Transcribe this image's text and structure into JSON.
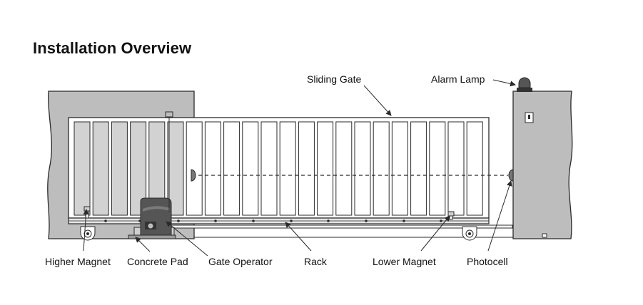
{
  "title": "Installation Overview",
  "labels": {
    "sliding_gate": "Sliding Gate",
    "alarm_lamp": "Alarm Lamp",
    "higher_magnet": "Higher Magnet",
    "concrete_pad": "Concrete Pad",
    "gate_operator": "Gate Operator",
    "rack": "Rack",
    "lower_magnet": "Lower Magnet",
    "photocell": "Photocell"
  },
  "colors": {
    "wall_fill": "#bdbdbd",
    "outline": "#2a2a2a",
    "slat_fill": "#d2d2d2",
    "operator_fill": "#555555"
  }
}
